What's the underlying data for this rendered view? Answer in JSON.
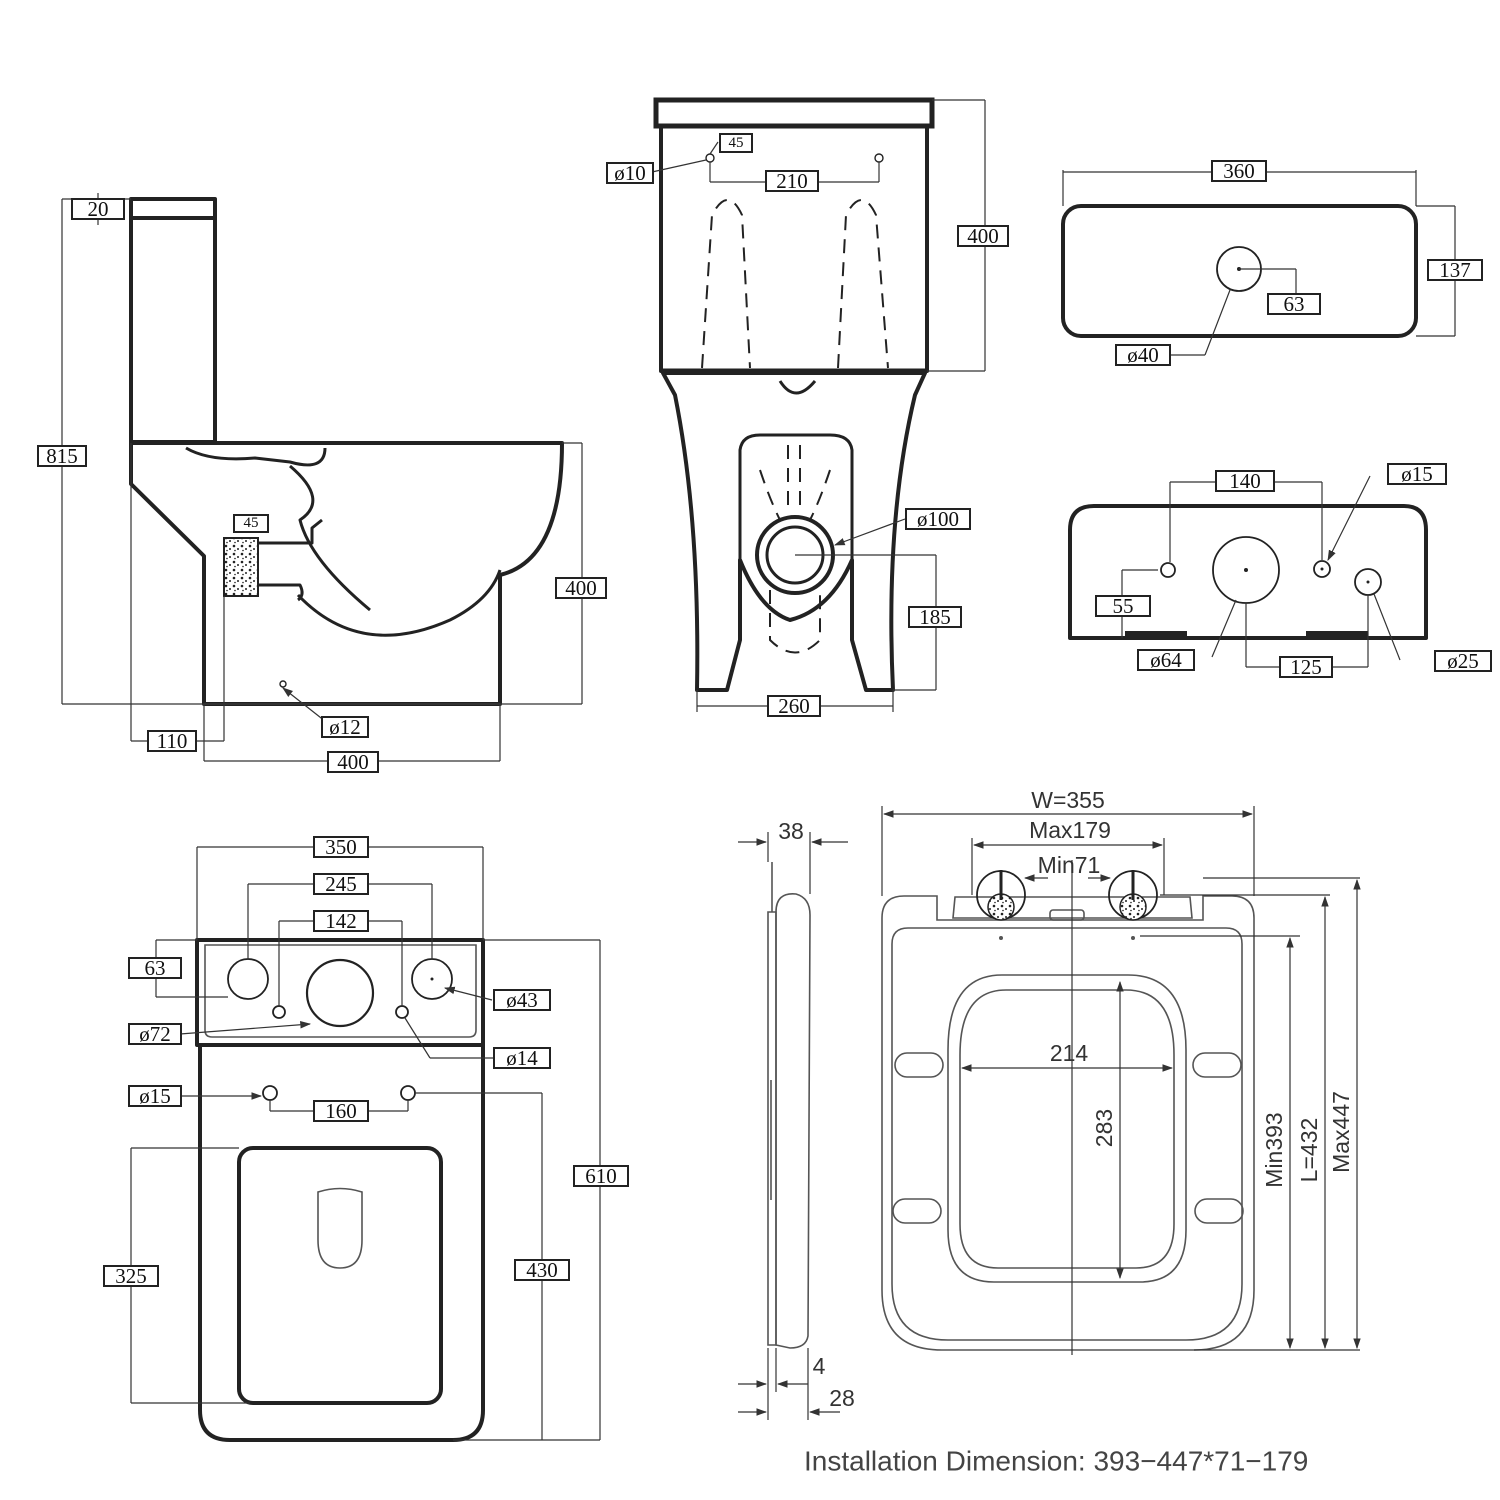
{
  "side_view": {
    "lid_thickness": "20",
    "overall_height": "815",
    "pan_height": "400",
    "outlet_size": "45",
    "fixing_hole": "ø12",
    "wall_to_outlet": "110",
    "base_length": "400"
  },
  "front_view": {
    "hole_offset": "45",
    "cistern_hole": "ø10",
    "hole_spacing": "210",
    "cistern_height": "400",
    "outlet_diameter": "ø100",
    "outlet_height": "185",
    "base_width": "260"
  },
  "lid_top": {
    "width": "360",
    "depth": "137",
    "button_offset": "63",
    "button_diameter": "ø40"
  },
  "cistern_base": {
    "hole_spacing": "140",
    "bolt_hole": "ø15",
    "hole_height": "55",
    "valve_diameter": "ø64",
    "inlet_offset": "125",
    "inlet_diameter": "ø25"
  },
  "top_view": {
    "width": "350",
    "outer_holes": "245",
    "bolt_holes": "142",
    "hole_depth": "63",
    "outer_diameter": "ø43",
    "flush_diameter": "ø72",
    "bolt_diameter": "ø14",
    "seat_hole": "ø15",
    "seat_hole_spacing": "160",
    "overall_length": "610",
    "hole_to_front": "430",
    "opening_length": "325"
  },
  "seat": {
    "side_thickness": "38",
    "gap": "4",
    "lid_thickness": "28",
    "width": "W=355",
    "hinge_max": "Max179",
    "hinge_min": "Min71",
    "opening_width": "214",
    "opening_length": "283",
    "min_length": "Min393",
    "length": "L=432",
    "max_length": "Max447"
  },
  "caption": "Installation Dimension: 393−447*71−179"
}
